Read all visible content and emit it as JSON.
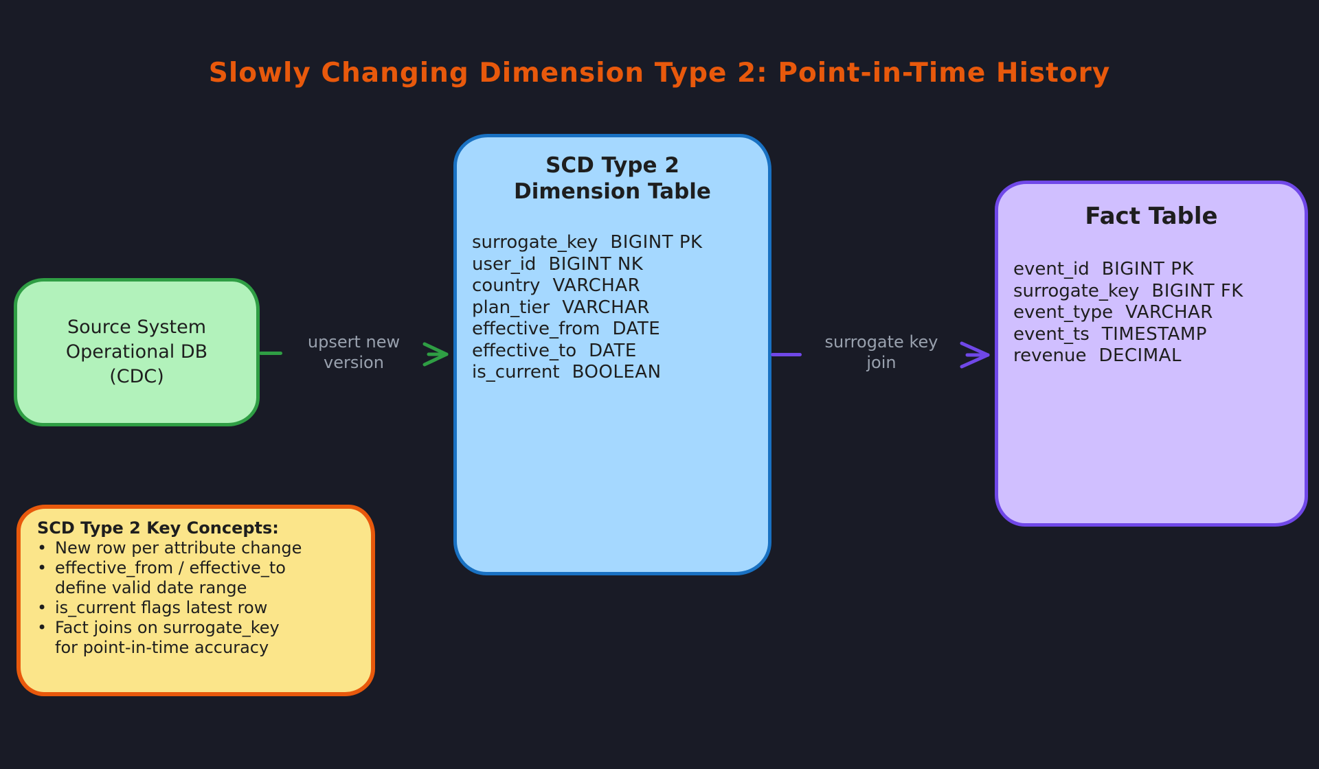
{
  "title": {
    "text": "Slowly Changing Dimension Type 2: Point-in-Time History"
  },
  "colors": {
    "background": "#191b26",
    "title": "#e8590c",
    "source_fill": "#b2f2bb",
    "source_border": "#2f9e44",
    "dimension_fill": "#a5d8ff",
    "dimension_border": "#1971c2",
    "fact_fill": "#d0bfff",
    "fact_border": "#7048e8",
    "notes_fill": "#fbe58a",
    "notes_border": "#e8590c",
    "edge_label_text": "#99a1ae",
    "node_text": "#1e1e1e"
  },
  "nodes": {
    "source": {
      "lines": [
        "Source System",
        "",
        "Operational DB",
        "(CDC)"
      ]
    },
    "dimension": {
      "heading_lines": [
        "SCD Type 2",
        "Dimension Table"
      ],
      "fields": [
        {
          "name": "surrogate_key",
          "type": "BIGINT PK"
        },
        {
          "name": "user_id",
          "type": "BIGINT NK"
        },
        {
          "name": "country",
          "type": "VARCHAR"
        },
        {
          "name": "plan_tier",
          "type": "VARCHAR"
        },
        {
          "name": "effective_from",
          "type": "DATE"
        },
        {
          "name": "effective_to",
          "type": "DATE"
        },
        {
          "name": "is_current",
          "type": "BOOLEAN"
        }
      ]
    },
    "fact": {
      "heading": "Fact Table",
      "fields": [
        {
          "name": "event_id",
          "type": "BIGINT PK"
        },
        {
          "name": "surrogate_key",
          "type": "BIGINT FK"
        },
        {
          "name": "event_type",
          "type": "VARCHAR"
        },
        {
          "name": "event_ts",
          "type": "TIMESTAMP"
        },
        {
          "name": "revenue",
          "type": "DECIMAL"
        }
      ]
    },
    "notes": {
      "title": "SCD Type 2 Key Concepts:",
      "lines": [
        {
          "bullet": "•",
          "text": "New row per attribute change"
        },
        {
          "bullet": "•",
          "text": "effective_from / effective_to"
        },
        {
          "bullet": "",
          "text": "define valid date range"
        },
        {
          "bullet": "•",
          "text": "is_current flags latest row"
        },
        {
          "bullet": "•",
          "text": "Fact joins on surrogate_key"
        },
        {
          "bullet": "",
          "text": "for point-in-time accuracy"
        }
      ]
    }
  },
  "edges": {
    "upsert": {
      "label_lines": [
        "upsert new",
        "version"
      ]
    },
    "join": {
      "label_lines": [
        "surrogate key",
        "join"
      ]
    }
  }
}
